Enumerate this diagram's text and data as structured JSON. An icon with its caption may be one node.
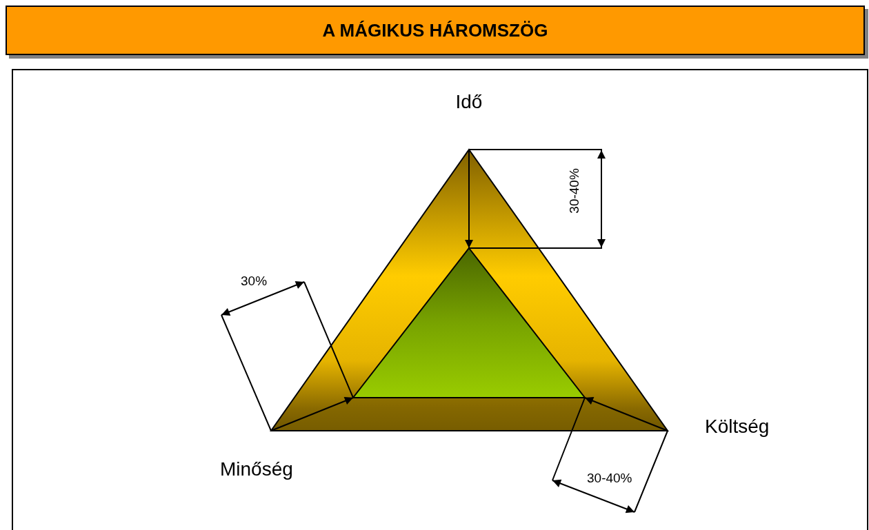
{
  "diagram": {
    "title": "A MÁGIKUS HÁROMSZÖG",
    "labels": [
      "Idő",
      "30-40%",
      "30%",
      "Költség",
      "Minőség",
      "30-40%"
    ]
  }
}
